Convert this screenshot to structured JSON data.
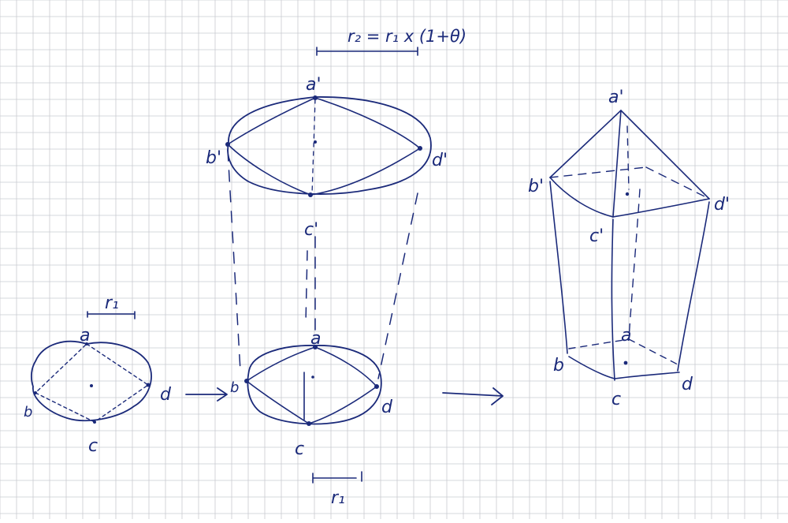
{
  "colors": {
    "paper": "#ffffff",
    "grid": "#c9cbd0",
    "ink": "#1b2a7a"
  },
  "labels": {
    "left": {
      "a": "a",
      "b": "b",
      "c": "c",
      "d": "d",
      "r1": "r₁"
    },
    "middle_top": {
      "a": "a'",
      "b": "b'",
      "c": "c'",
      "d": "d'"
    },
    "middle_bottom": {
      "a": "a",
      "b": "b",
      "c": "c",
      "d": "d"
    },
    "middle_formula": "r₂ = r₁ x (1+θ)",
    "middle_r1": "r₁",
    "right": {
      "a_top": "a'",
      "b_top": "b'",
      "c_top": "c'",
      "d_top": "d'",
      "a": "a",
      "b": "b",
      "c": "c",
      "d": "d"
    }
  }
}
